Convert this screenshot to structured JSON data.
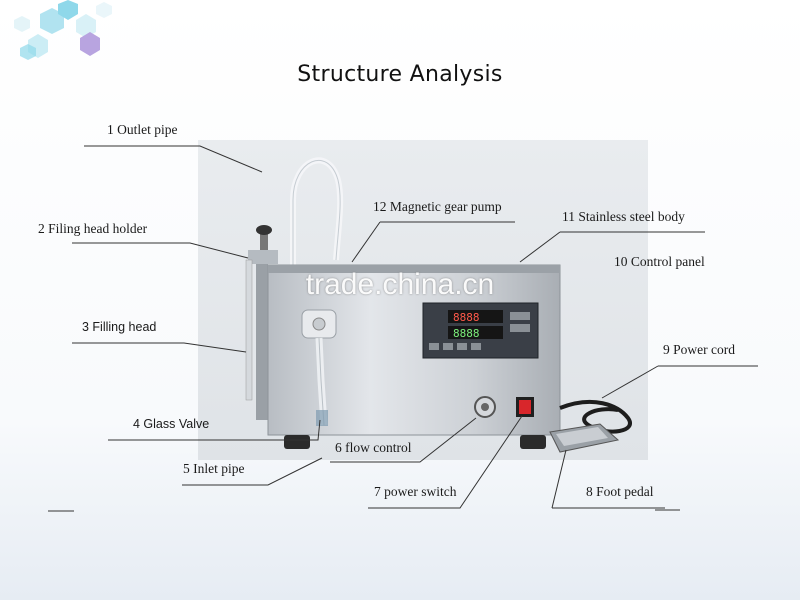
{
  "title": "Structure Analysis",
  "watermark": "trade.china.cn",
  "labels": {
    "outlet_pipe": "1 Outlet pipe",
    "filling_head_holder": "2 Filing head holder",
    "filling_head": "3 Filling head",
    "glass_valve": "4 Glass Valve",
    "inlet_pipe": "5 Inlet pipe",
    "flow_control": "6 flow control",
    "power_switch": "7 power switch",
    "foot_pedal": "8 Foot pedal",
    "power_cord": "9 Power cord",
    "control_panel": "10 Control panel",
    "stainless_body": "11 Stainless steel body",
    "gear_pump": "12 Magnetic gear pump"
  },
  "colors": {
    "body_steel": "#c9ced3",
    "panel_dark": "#3a3f47",
    "switch_red": "#d8262b",
    "hex_cyan": "#8fd8ea",
    "hex_purple": "#a78fd6"
  }
}
